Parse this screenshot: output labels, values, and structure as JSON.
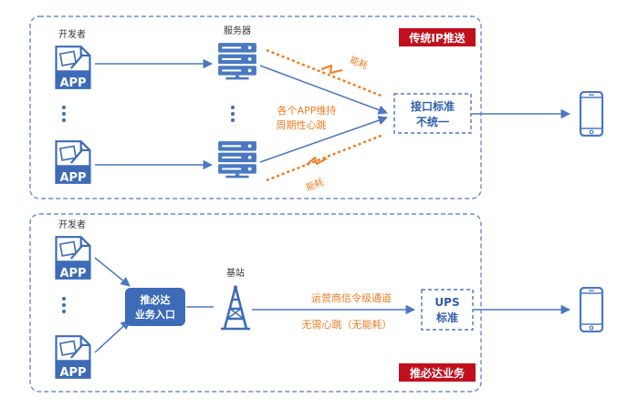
{
  "top_panel": {
    "title": "传统IP推送",
    "developer_label": "开发者",
    "server_label": "服务器",
    "app_label": "APP",
    "energy_label_top": "能耗",
    "energy_label_bottom": "能耗",
    "heartbeat_text": [
      "各个APP维持",
      "周期性心跳"
    ],
    "interface_box": [
      "接口标准",
      "不统一"
    ]
  },
  "bottom_panel": {
    "title": "推必达业务",
    "developer_label": "开发者",
    "app_label": "APP",
    "entry_box": [
      "推必达",
      "业务入口"
    ],
    "base_station_label": "基站",
    "channel_text": "运营商信令级通道",
    "no_heartbeat_text": "无需心跳（无能耗）",
    "ups_box": [
      "UPS",
      "标准"
    ]
  },
  "colors": {
    "blue": "#4a78c2",
    "dark_blue": "#2f5fae",
    "orange": "#ef7d22",
    "red": "#c0101e",
    "dashed_border": "#6a8fcb"
  }
}
